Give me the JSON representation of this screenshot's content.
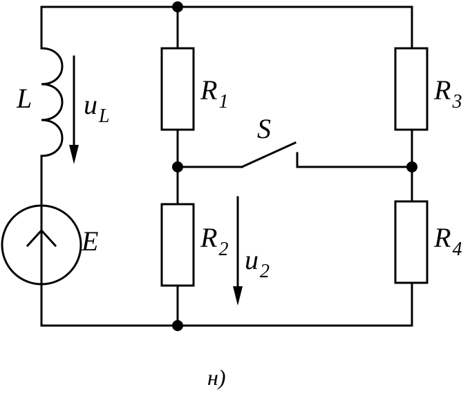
{
  "labels": {
    "L": "L",
    "uL": "u",
    "uL_sub": "L",
    "E": "E",
    "R1": "R",
    "R1_sub": "1",
    "R2": "R",
    "R2_sub": "2",
    "R3": "R",
    "R3_sub": "3",
    "R4": "R",
    "R4_sub": "4",
    "S": "S",
    "u2": "u",
    "u2_sub": "2"
  },
  "caption": "н)"
}
